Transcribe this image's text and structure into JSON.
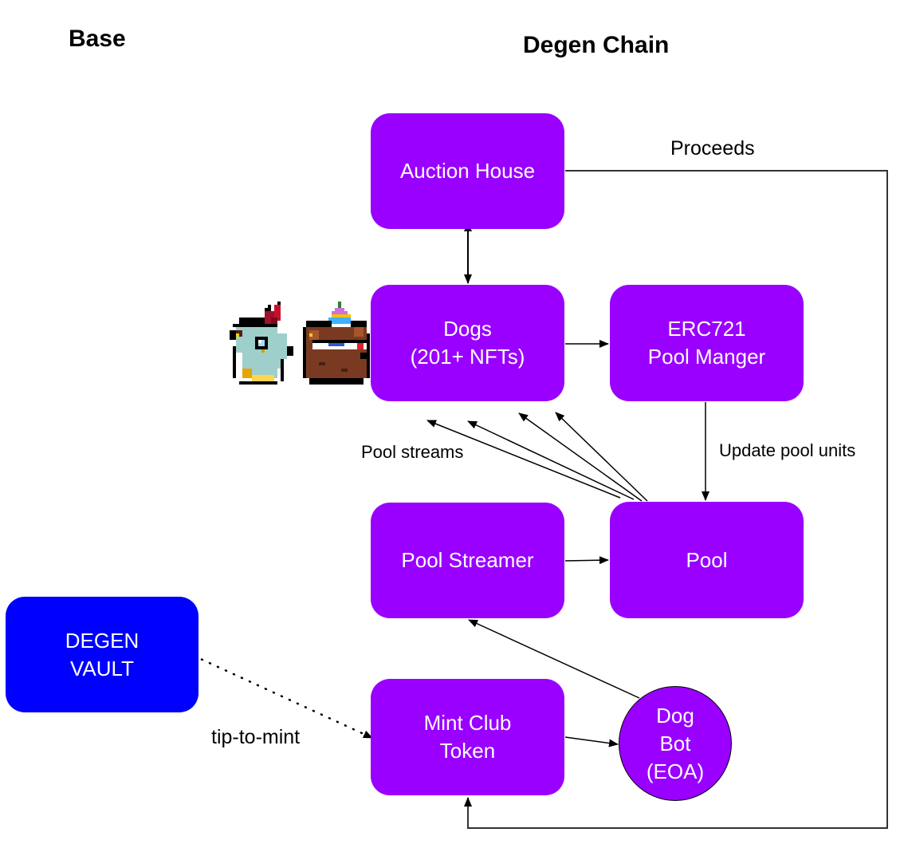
{
  "headings": {
    "base": "Base",
    "degen_chain": "Degen Chain"
  },
  "nodes": {
    "auction_house": "Auction House",
    "dogs": "Dogs\n(201+ NFTs)",
    "erc721_pool_manager": "ERC721\nPool Manger",
    "pool_streamer": "Pool Streamer",
    "pool": "Pool",
    "mint_club_token": "Mint Club\nToken",
    "dog_bot": "Dog\nBot\n(EOA)",
    "degen_vault": "DEGEN\nVAULT"
  },
  "edge_labels": {
    "proceeds": "Proceeds",
    "pool_streams": "Pool streams",
    "update_pool_units": "Update pool units",
    "tip_to_mint": "tip-to-mint"
  },
  "colors": {
    "contract_node": "#9900ff",
    "vault_node": "#0000ff",
    "edge": "#000000"
  },
  "images": {
    "dog_1": "pixel-art teal dog with red bow and monocle",
    "dog_2": "pixel-art brown dog with rainbow party hat and 3D glasses"
  }
}
